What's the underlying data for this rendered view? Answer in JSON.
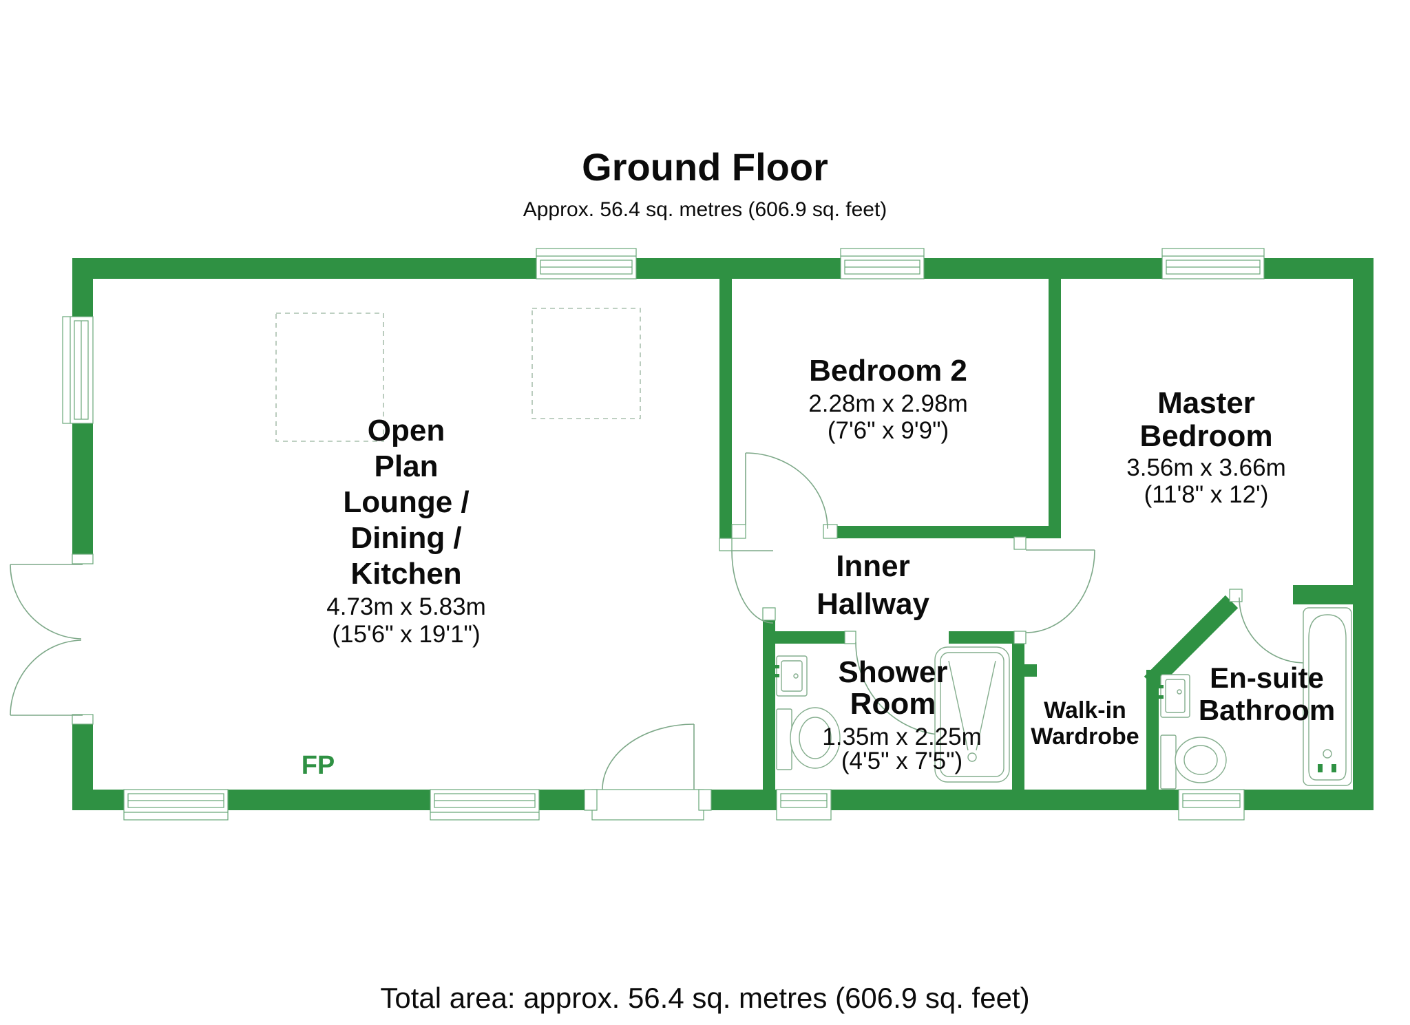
{
  "header": {
    "title": "Ground Floor",
    "subtitle": "Approx. 56.4 sq. metres (606.9 sq. feet)"
  },
  "footer": {
    "total_area": "Total area: approx. 56.4 sq. metres (606.9 sq. feet)"
  },
  "rooms": {
    "lounge": {
      "lines": [
        "Open",
        "Plan",
        "Lounge /",
        "Dining /",
        "Kitchen"
      ],
      "dims_metric": "4.73m x 5.83m",
      "dims_imperial": "(15'6\" x 19'1\")"
    },
    "bedroom2": {
      "name": "Bedroom 2",
      "dims_metric": "2.28m x 2.98m",
      "dims_imperial": "(7'6\" x 9'9\")"
    },
    "master_bedroom": {
      "lines": [
        "Master",
        "Bedroom"
      ],
      "dims_metric": "3.56m x 3.66m",
      "dims_imperial": "(11'8\" x 12')"
    },
    "inner_hallway": {
      "lines": [
        "Inner",
        "Hallway"
      ]
    },
    "shower_room": {
      "lines": [
        "Shower",
        "Room"
      ],
      "dims_metric": "1.35m x 2.25m",
      "dims_imperial": "(4'5\" x 7'5\")"
    },
    "walk_in_wardrobe": {
      "lines": [
        "Walk-in",
        "Wardrobe"
      ]
    },
    "ensuite": {
      "lines": [
        "En-suite",
        "Bathroom"
      ]
    }
  },
  "annotations": {
    "fireplace": "FP"
  },
  "colors": {
    "wall": "#2F9143",
    "window_line": "#69A679",
    "door_line": "#7DA888",
    "fixture_line": "#84AD8D",
    "text": "#0B0B0B"
  }
}
